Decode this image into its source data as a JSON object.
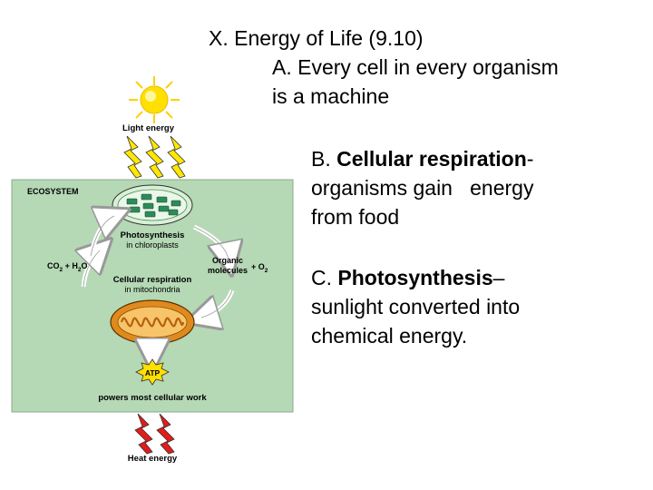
{
  "slide": {
    "title": "X. Energy of Life (9.10)",
    "point_a_line1": "A. Every cell in every organism",
    "point_a_line2": "is a machine",
    "point_b_prefix": "B. ",
    "point_b_term": "Cellular respiration",
    "point_b_dash": "-",
    "point_b_line2": "organisms gain   energy",
    "point_b_line3": "from food",
    "point_c_prefix": "C. ",
    "point_c_term": "Photosynthesis",
    "point_c_dash": "–",
    "point_c_line2": "sunlight converted into",
    "point_c_line3": "chemical energy."
  },
  "diagram": {
    "light_energy": "Light energy",
    "ecosystem": "ECOSYSTEM",
    "photosynthesis": "Photosynthesis",
    "in_chloroplasts": "in chloroplasts",
    "co2": "CO",
    "co2_sub": "2",
    "plus_h2o": " + H",
    "h2o_sub": "2",
    "h2o_o": "O",
    "organic": "Organic",
    "molecules": "molecules",
    "plus_o2": "+ O",
    "o2_sub": "2",
    "cellular_respiration": "Cellular respiration",
    "in_mitochondria": "in mitochondria",
    "atp": "ATP",
    "powers": "powers most cellular work",
    "heat_energy": "Heat energy",
    "colors": {
      "ecosystem_fill": "#b5d8b5",
      "sun": "#ffe000",
      "light_bolt": "#ffe800",
      "heat_bolt": "#e21b1b",
      "chloroplast": "#2e8b57",
      "mitochondrion": "#e08a1e",
      "atp": "#ffe000"
    }
  }
}
